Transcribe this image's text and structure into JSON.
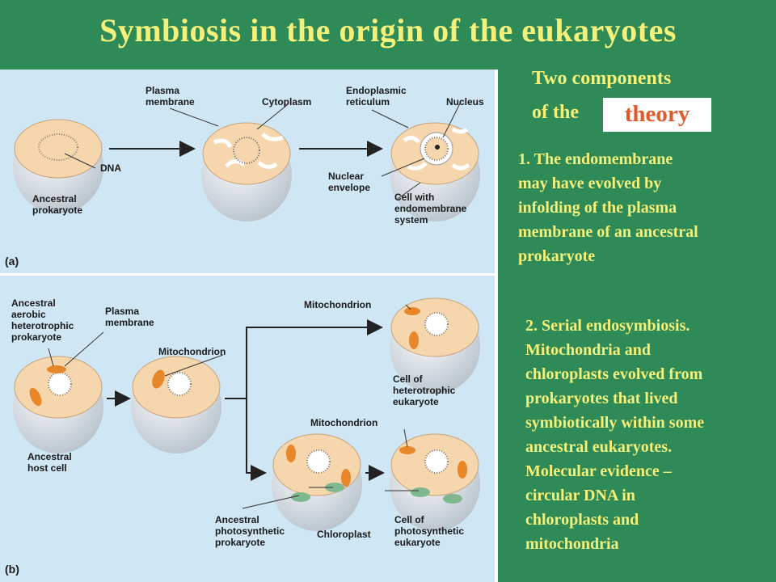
{
  "title": "Symbiosis in the origin of the eukaryotes",
  "right": {
    "heading_line1": "Two components",
    "heading_line2_prefix": "of the",
    "highlight": "theory",
    "point1": "1.  The endomembrane\nmay have evolved by\ninfolding of the plasma\nmembrane of an ancestral\nprokaryote",
    "point2": "2.  Serial endosymbiosis.\nMitochondria and\nchloroplasts evolved from\nprokaryotes that lived\nsymbiotically within some\nancestral eukaryotes.\nMolecular evidence –\ncircular DNA in\nchloroplasts and\nmitochondria"
  },
  "panel_a": {
    "tag": "(a)",
    "labels": {
      "plasma_membrane_1": "Plasma",
      "plasma_membrane_2": "membrane",
      "cytoplasm": "Cytoplasm",
      "er_1": "Endoplasmic",
      "er_2": "reticulum",
      "nucleus": "Nucleus",
      "dna": "DNA",
      "ancestral_1": "Ancestral",
      "ancestral_2": "prokaryote",
      "nuclear_1": "Nuclear",
      "nuclear_2": "envelope",
      "cell_endo_1": "Cell with",
      "cell_endo_2": "endomembrane",
      "cell_endo_3": "system"
    }
  },
  "panel_b": {
    "tag": "(b)",
    "labels": {
      "aerobic_1": "Ancestral",
      "aerobic_2": "aerobic",
      "aerobic_3": "heterotrophic",
      "aerobic_4": "prokaryote",
      "plasma_1": "Plasma",
      "plasma_2": "membrane",
      "mito_mid": "Mitochondrion",
      "mito_top": "Mitochondrion",
      "hetero_1": "Cell of",
      "hetero_2": "heterotrophic",
      "hetero_3": "eukaryote",
      "host_1": "Ancestral",
      "host_2": "host cell",
      "mito_bot": "Mitochondrion",
      "photo_anc_1": "Ancestral",
      "photo_anc_2": "photosynthetic",
      "photo_anc_3": "prokaryote",
      "chloroplast": "Chloroplast",
      "photo_cell_1": "Cell of",
      "photo_cell_2": "photosynthetic",
      "photo_cell_3": "eukaryote"
    }
  },
  "colors": {
    "background": "#2e8b57",
    "text_yellow": "#f5f07a",
    "panel": "#cfe6f4",
    "highlight_text": "#e05a2a",
    "cell_fill": "#f6d6ad",
    "mito": "#e8862a",
    "chloro": "#7fb88f"
  }
}
